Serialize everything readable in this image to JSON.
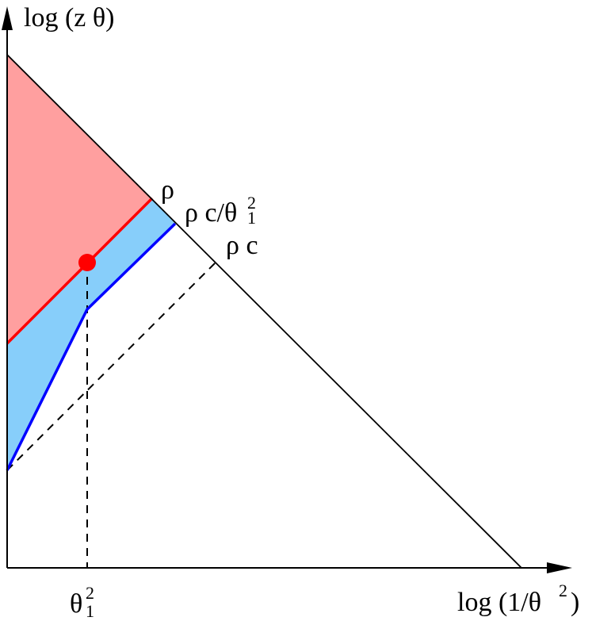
{
  "diagram": {
    "y_axis_label": "log (z θ)",
    "x_axis_label_main": "log (1/θ",
    "x_axis_label_sup": "2",
    "x_axis_label_close": ")",
    "labels": {
      "rho": "ρ",
      "rho_c_over_theta": "ρ c/θ",
      "rho_c_over_theta_sup": "2",
      "rho_c_over_theta_sub": "1",
      "rho_c": "ρ c",
      "theta1_sq": "θ",
      "theta1_sq_sup": "2",
      "theta1_sq_sub": "1"
    },
    "colors": {
      "red_region": "#ff9f9f",
      "blue_region": "#87cefa",
      "red_line": "#ff0000",
      "blue_line": "#0000ff",
      "point": "#ff0000",
      "axis": "#000000"
    }
  }
}
